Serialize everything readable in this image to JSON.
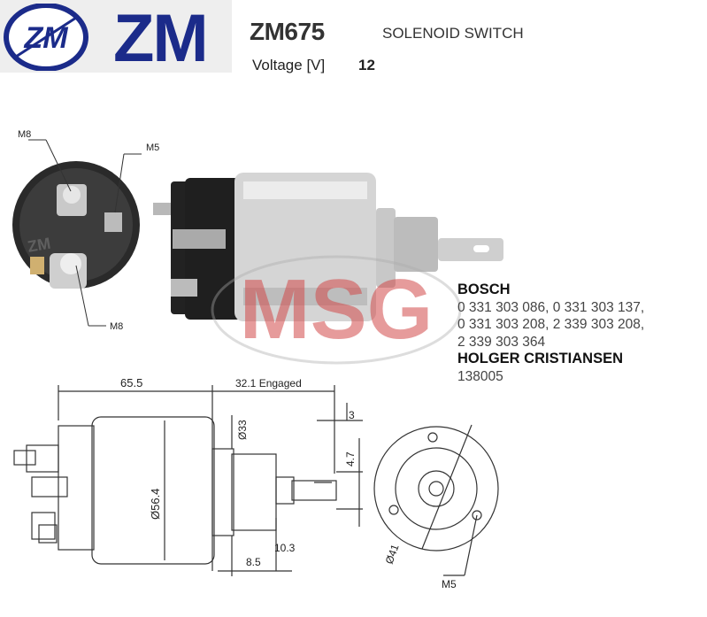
{
  "brand": {
    "logo_text": "ZM",
    "emblem_text": "ZM"
  },
  "product": {
    "code": "ZM675",
    "type": "SOLENOID SWITCH",
    "voltage_label": "Voltage [V]",
    "voltage_value": "12"
  },
  "watermark": {
    "text": "MSG"
  },
  "photo_labels": {
    "m8_top": "M8",
    "m5": "M5",
    "m8_bottom": "M8"
  },
  "cross_refs": [
    {
      "maker": "BOSCH",
      "numbers": [
        "0 331 303 086, 0 331 303 137,",
        "0 331 303 208, 2 339 303 208,",
        "2 339 303 364"
      ]
    },
    {
      "maker": "HOLGER CRISTIANSEN",
      "numbers": [
        "138005"
      ]
    }
  ],
  "dimensions": {
    "length": "65.5",
    "engaged": "32.1 Engaged",
    "d33": "Ø33",
    "d56": "Ø56.4",
    "gap3": "3",
    "slot": "4.7",
    "d103": "10.3",
    "d85": "8.5",
    "d41": "Ø41",
    "m5": "M5"
  }
}
